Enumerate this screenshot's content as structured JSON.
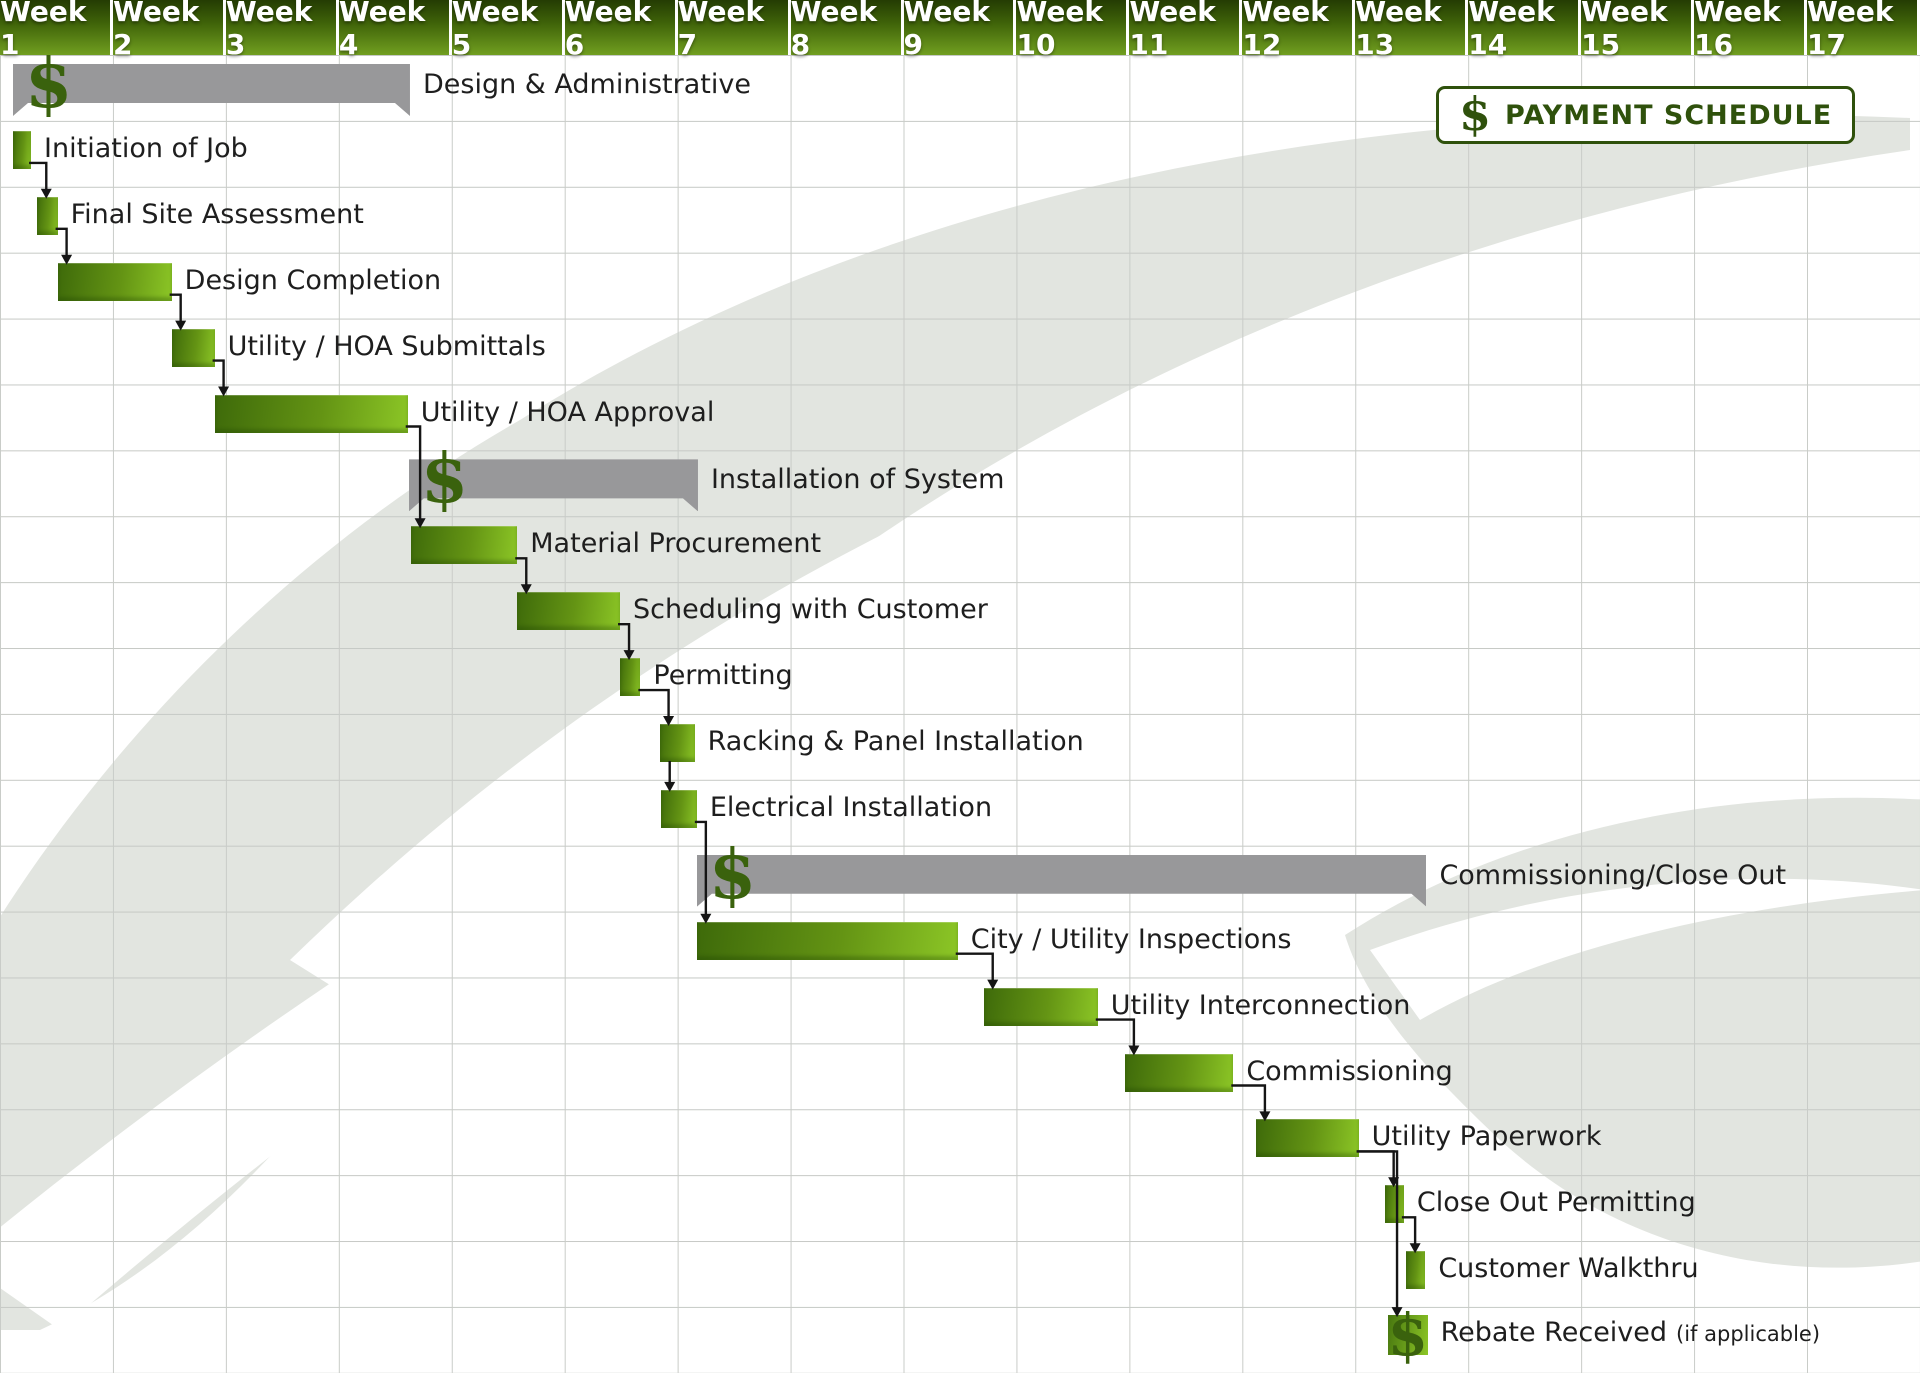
{
  "colors": {
    "header_top": "#243c03",
    "header_bottom": "#719f20",
    "task_bar_dark": "#3e6a0a",
    "task_bar_light": "#8cc626",
    "summary_gray": "#98989a",
    "dollar_green": "#3a620d",
    "legend_green": "#2f510c",
    "grid_line": "#c9ccc8",
    "label_text": "#1e1e1e",
    "watermark_gray": "#e2e5e0"
  },
  "header": {
    "weeks": [
      "Week 1",
      "Week 2",
      "Week 3",
      "Week 4",
      "Week 5",
      "Week 6",
      "Week 7",
      "Week 8",
      "Week 9",
      "Week 10",
      "Week 11",
      "Week 12",
      "Week 13",
      "Week 14",
      "Week 15",
      "Week 16",
      "Week 17"
    ]
  },
  "legend": {
    "dollar": "$",
    "label": "PAYMENT SCHEDULE"
  },
  "chart_data": {
    "type": "gantt",
    "x_axis": "weeks",
    "x_range": [
      0,
      17
    ],
    "grid": true,
    "dollar_symbol": "$",
    "tasks": [
      {
        "id": "design-admin",
        "label": "Design & Administrative",
        "type": "summary",
        "row": 1,
        "week_start": 0.115,
        "week_end": 3.63,
        "payment": true
      },
      {
        "id": "initiation",
        "label": "Initiation of Job",
        "type": "task",
        "row": 2,
        "week_start": 0.115,
        "week_end": 0.275,
        "payment": false
      },
      {
        "id": "final-site",
        "label": "Final Site Assessment",
        "type": "task",
        "row": 3,
        "week_start": 0.33,
        "week_end": 0.51,
        "payment": false
      },
      {
        "id": "design-completion",
        "label": "Design Completion",
        "type": "task",
        "row": 4,
        "week_start": 0.51,
        "week_end": 1.52,
        "payment": false
      },
      {
        "id": "submittals",
        "label": "Utility / HOA Submittals",
        "type": "task",
        "row": 5,
        "week_start": 1.52,
        "week_end": 1.9,
        "payment": false
      },
      {
        "id": "approval",
        "label": "Utility / HOA Approval",
        "type": "task",
        "row": 6,
        "week_start": 1.9,
        "week_end": 3.61,
        "payment": false
      },
      {
        "id": "installation",
        "label": "Installation of System",
        "type": "summary",
        "row": 7,
        "week_start": 3.62,
        "week_end": 6.18,
        "payment": true
      },
      {
        "id": "material",
        "label": "Material Procurement",
        "type": "task",
        "row": 8,
        "week_start": 3.64,
        "week_end": 4.58,
        "payment": false
      },
      {
        "id": "scheduling",
        "label": "Scheduling with Customer",
        "type": "task",
        "row": 9,
        "week_start": 4.58,
        "week_end": 5.49,
        "payment": false
      },
      {
        "id": "permitting",
        "label": "Permitting",
        "type": "task",
        "row": 10,
        "week_start": 5.49,
        "week_end": 5.67,
        "payment": false
      },
      {
        "id": "racking",
        "label": "Racking & Panel Installation",
        "type": "task",
        "row": 11,
        "week_start": 5.84,
        "week_end": 6.15,
        "payment": false
      },
      {
        "id": "electrical",
        "label": "Electrical Installation",
        "type": "task",
        "row": 12,
        "week_start": 5.85,
        "week_end": 6.17,
        "payment": false
      },
      {
        "id": "closeout",
        "label": "Commissioning/Close Out",
        "type": "summary",
        "row": 13,
        "week_start": 6.17,
        "week_end": 12.63,
        "payment": true
      },
      {
        "id": "inspections",
        "label": "City / Utility Inspections",
        "type": "task",
        "row": 14,
        "week_start": 6.17,
        "week_end": 8.48,
        "payment": false
      },
      {
        "id": "interconnection",
        "label": "Utility Interconnection",
        "type": "task",
        "row": 15,
        "week_start": 8.71,
        "week_end": 9.72,
        "payment": false
      },
      {
        "id": "commissioning",
        "label": "Commissioning",
        "type": "task",
        "row": 16,
        "week_start": 9.96,
        "week_end": 10.92,
        "payment": false
      },
      {
        "id": "paperwork",
        "label": "Utility Paperwork",
        "type": "task",
        "row": 17,
        "week_start": 11.12,
        "week_end": 12.03,
        "payment": false
      },
      {
        "id": "closeout-permitting",
        "label": "Close Out Permitting",
        "type": "task",
        "row": 18,
        "week_start": 12.26,
        "week_end": 12.43,
        "payment": false
      },
      {
        "id": "walkthru",
        "label": "Customer Walkthru",
        "type": "task",
        "row": 19,
        "week_start": 12.45,
        "week_end": 12.62,
        "payment": false
      },
      {
        "id": "rebate",
        "label": "Rebate Received",
        "label_suffix": "(if applicable)",
        "type": "payment",
        "row": 20,
        "week_start": 12.29,
        "week_end": 12.64,
        "payment": true
      }
    ],
    "links": [
      {
        "from": "initiation",
        "to": "final-site"
      },
      {
        "from": "final-site",
        "to": "design-completion"
      },
      {
        "from": "design-completion",
        "to": "submittals"
      },
      {
        "from": "submittals",
        "to": "approval"
      },
      {
        "from": "approval",
        "to": "material"
      },
      {
        "from": "material",
        "to": "scheduling"
      },
      {
        "from": "scheduling",
        "to": "permitting"
      },
      {
        "from": "permitting",
        "to": "racking"
      },
      {
        "from": "racking",
        "to": "electrical"
      },
      {
        "from": "electrical",
        "to": "inspections"
      },
      {
        "from": "inspections",
        "to": "interconnection"
      },
      {
        "from": "interconnection",
        "to": "commissioning"
      },
      {
        "from": "commissioning",
        "to": "paperwork"
      },
      {
        "from": "paperwork",
        "to": "closeout-permitting"
      },
      {
        "from": "paperwork",
        "to": "rebate"
      },
      {
        "from": "closeout-permitting",
        "to": "walkthru"
      }
    ]
  }
}
